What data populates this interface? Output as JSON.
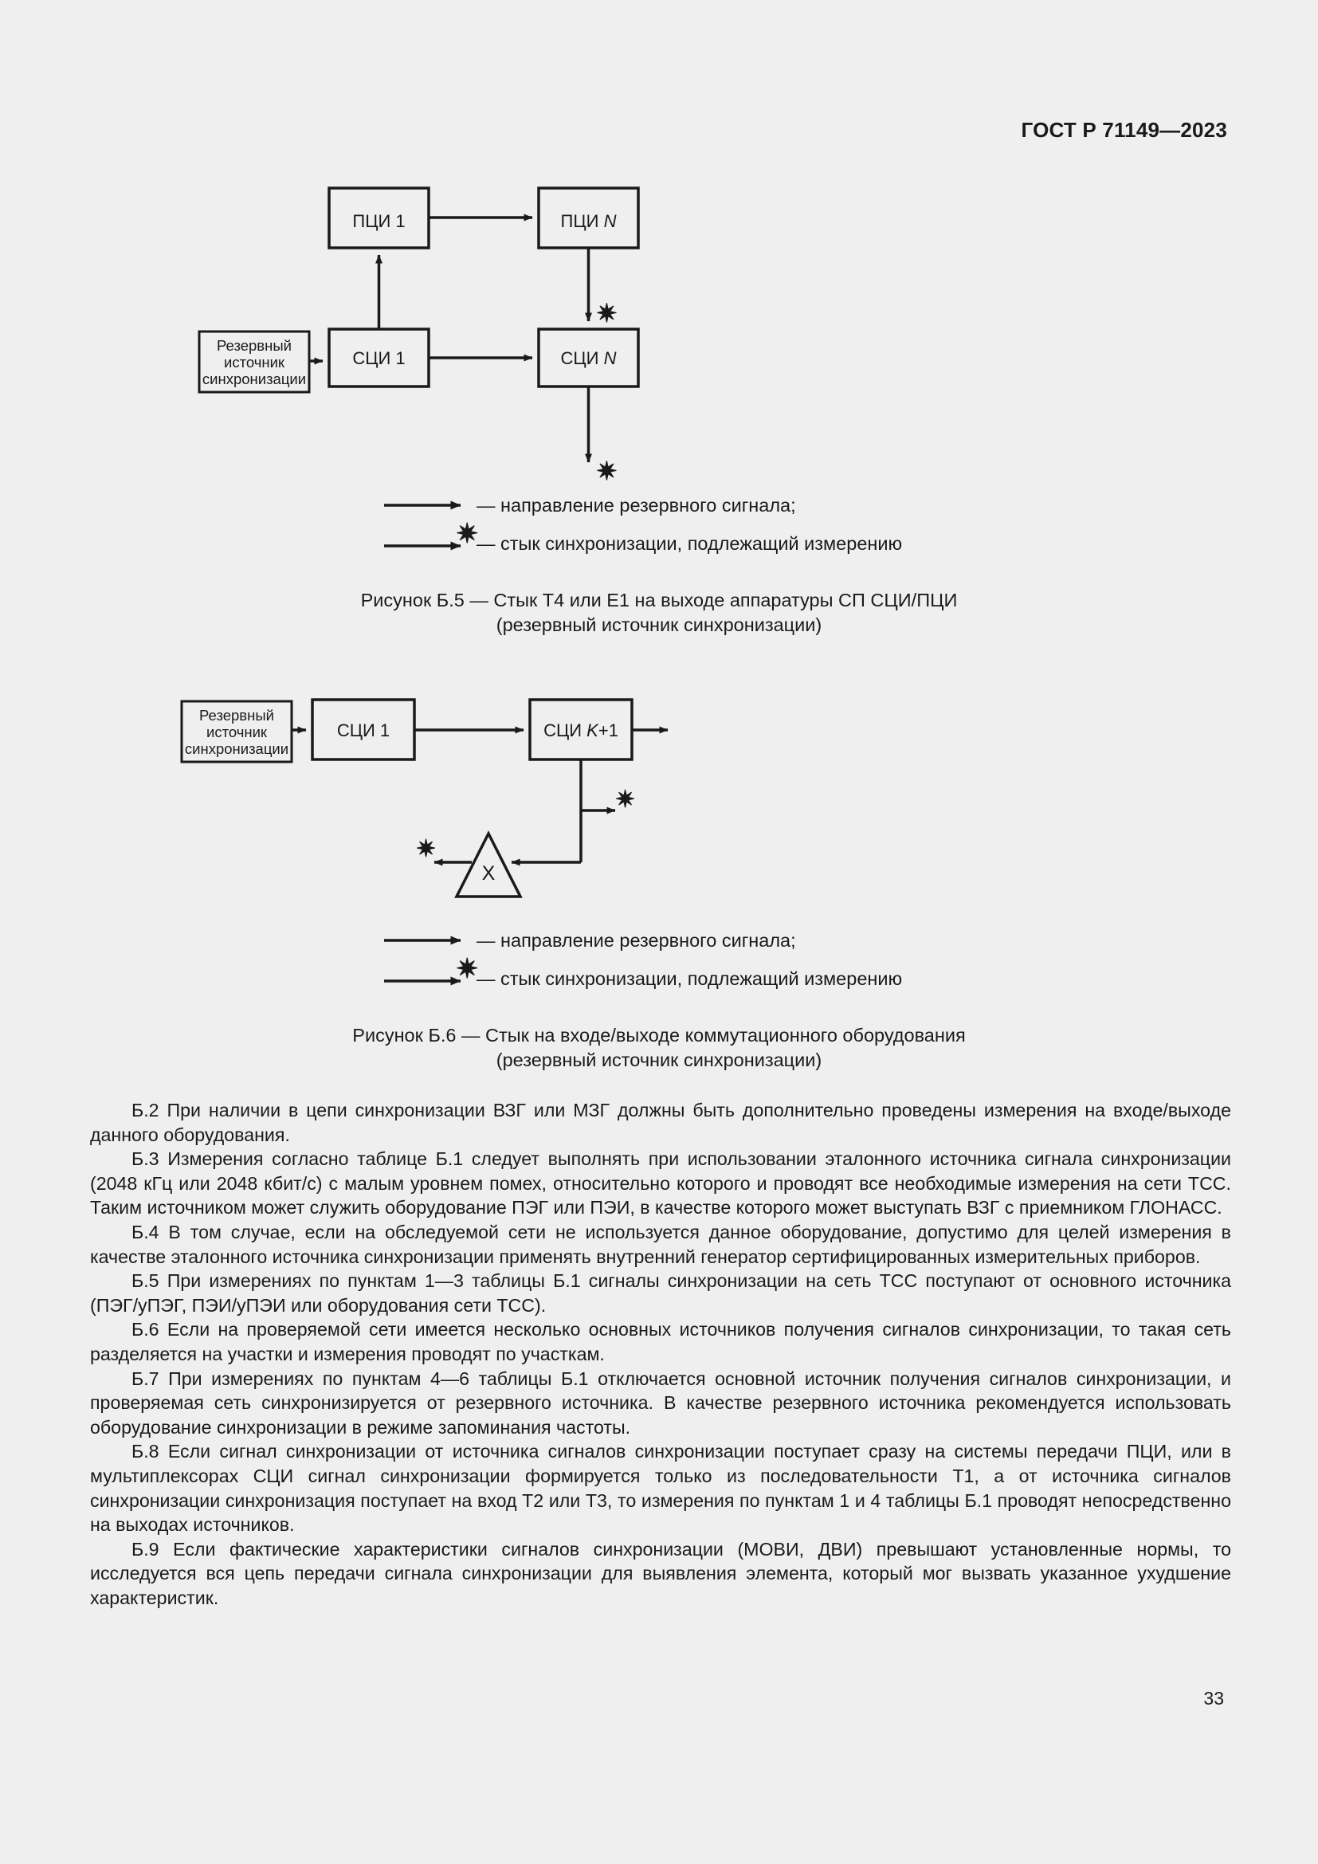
{
  "header": {
    "standard_title": "ГОСТ Р 71149—2023"
  },
  "page_number": "33",
  "figure_b5": {
    "boxes": {
      "pdh_1": "ПЦИ 1",
      "pdh_n_prefix": "ПЦИ ",
      "pdh_n_italic": "N",
      "reserve_source_line1": "Резервный",
      "reserve_source_line2": "источник",
      "reserve_source_line3": "синхронизации",
      "sdh_1": "СЦИ 1",
      "sdh_n_prefix": "СЦИ ",
      "sdh_n_italic": "N"
    },
    "marker_star": "✷",
    "legend": {
      "arrow_label": "— направление резервного сигнала;",
      "star_label": "— стык синхронизации, подлежащий измерению"
    },
    "caption_line1": "Рисунок Б.5 — Стык Т4 или Е1 на выходе аппаратуры СП СЦИ/ПЦИ",
    "caption_line2": "(резервный источник синхронизации)"
  },
  "figure_b6": {
    "boxes": {
      "reserve_source_line1": "Резервный",
      "reserve_source_line2": "источник",
      "reserve_source_line3": "синхронизации",
      "sdh_1": "СЦИ 1",
      "sdh_k_prefix": "СЦИ ",
      "sdh_k_italic": "K",
      "sdh_k_suffix": "+1",
      "switch_label": "X"
    },
    "marker_star": "✷",
    "legend": {
      "arrow_label": "— направление резервного сигнала;",
      "star_label": "— стык синхронизации, подлежащий измерению"
    },
    "caption_line1": "Рисунок Б.6 — Стык на входе/выходе коммутационного оборудования",
    "caption_line2": "(резервный источник синхронизации)"
  },
  "body": {
    "paragraphs": [
      "Б.2 При наличии в цепи синхронизации ВЗГ или МЗГ должны быть дополнительно проведены измерения на входе/выходе данного оборудования.",
      "Б.3 Измерения согласно таблице Б.1 следует выполнять при использовании эталонного источника сигнала синхронизации (2048 кГц или 2048 кбит/с) с малым уровнем помех, относительно которого и проводят все необходимые измерения на сети ТСС. Таким источником может служить оборудование ПЭГ или ПЭИ, в качестве которого может выступать ВЗГ с приемником ГЛОНАСС.",
      "Б.4 В том случае, если на обследуемой сети не используется данное оборудование, допустимо для целей измерения в качестве эталонного источника синхронизации применять внутренний генератор сертифицированных измерительных приборов.",
      "Б.5 При измерениях по пунктам 1—3 таблицы Б.1 сигналы синхронизации на сеть ТСС поступают от основного источника (ПЭГ/уПЭГ, ПЭИ/уПЭИ или оборудования сети ТСС).",
      "Б.6 Если на проверяемой сети имеется несколько основных источников получения сигналов синхронизации, то такая сеть разделяется на участки и измерения проводят по участкам.",
      "Б.7 При измерениях по пунктам 4—6 таблицы Б.1 отключается основной источник получения сигналов синхронизации, и проверяемая сеть синхронизируется от резервного источника. В качестве резервного источника рекомендуется использовать оборудование синхронизации в режиме запоминания частоты.",
      "Б.8 Если сигнал синхронизации от источника сигналов синхронизации поступает сразу на системы передачи ПЦИ, или в мультиплексорах СЦИ сигнал синхронизации формируется только из последовательности Т1, а от источника сигналов синхронизации синхронизация поступает на вход Т2 или Т3, то измерения по пунктам 1 и 4 таблицы Б.1 проводят непосредственно на выходах источников.",
      "Б.9 Если фактические характеристики сигналов синхронизации (МОВИ, ДВИ) превышают установленные нормы, то исследуется вся цепь передачи сигнала синхронизации для выявления элемента, который мог вызвать указанное ухудшение характеристик."
    ]
  },
  "colors": {
    "page_background": "#efefef",
    "ink": "#1a1a1a",
    "box_fill": "#efefef",
    "box_stroke": "#1a1a1a"
  }
}
